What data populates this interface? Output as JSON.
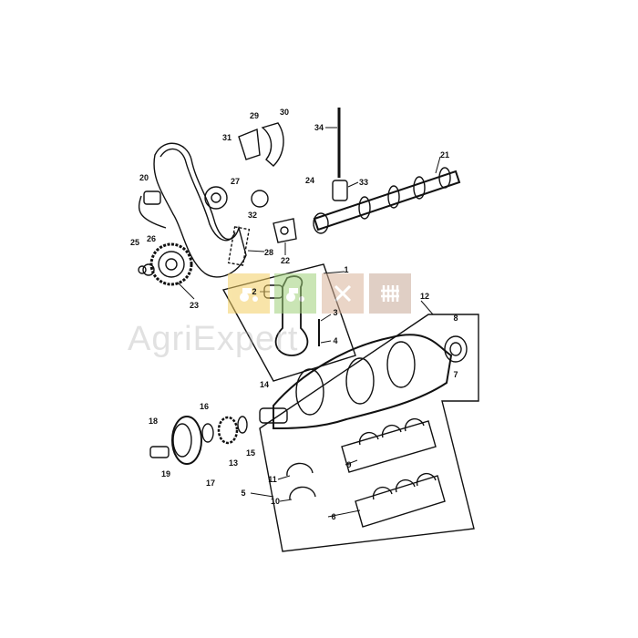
{
  "watermark": {
    "text": "AgriExpert",
    "tiles": [
      {
        "icon": "tractor-icon",
        "color": "#f3cf63"
      },
      {
        "icon": "tractor-icon",
        "color": "#9fd17a"
      },
      {
        "icon": "tools-icon",
        "color": "#d9b49a"
      },
      {
        "icon": "fence-icon",
        "color": "#c8a896"
      }
    ]
  },
  "callouts": [
    "1",
    "2",
    "3",
    "4",
    "5",
    "6",
    "7",
    "8",
    "9",
    "10",
    "11",
    "12",
    "13",
    "14",
    "15",
    "16",
    "17",
    "18",
    "19",
    "20",
    "21",
    "22",
    "23",
    "24",
    "25",
    "26",
    "27",
    "28",
    "29",
    "30",
    "31",
    "32",
    "33",
    "34"
  ]
}
